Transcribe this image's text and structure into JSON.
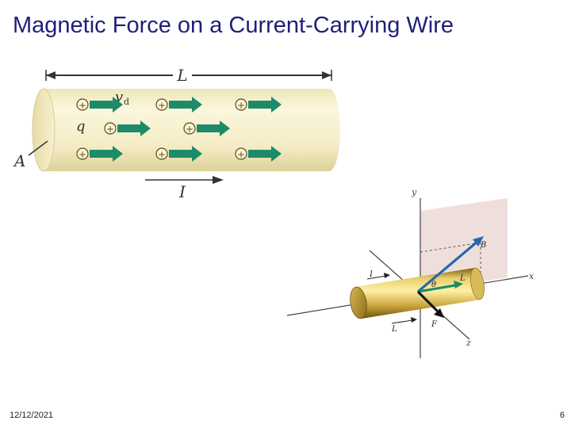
{
  "slide": {
    "title": "Magnetic Force on a Current-Carrying Wire",
    "date": "12/12/2021",
    "page_number": "6"
  },
  "figure_wire": {
    "length_label": "L",
    "drift_velocity_label": "v",
    "drift_velocity_subscript": "d",
    "charge_label": "q",
    "area_label": "A",
    "current_label": "I",
    "charge_symbol": "+"
  },
  "figure_3d": {
    "y_axis_label": "y",
    "x_axis_label": "x",
    "z_axis_label": "z",
    "field_label": "B",
    "current_label": "I",
    "angle_label": "θ",
    "length_vector_label": "L",
    "force_label": "F",
    "colors": {
      "wire_gold": "#c9a43a",
      "arrow_green": "#1d8a6a",
      "arrow_blue": "#2a66b0",
      "plane_pink": "#ecd9d6"
    }
  }
}
